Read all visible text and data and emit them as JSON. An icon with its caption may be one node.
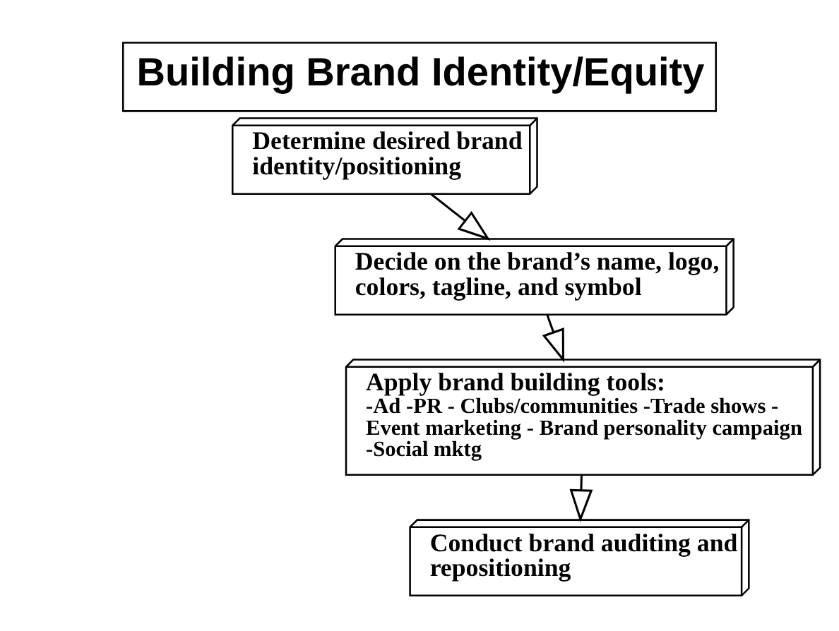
{
  "diagram": {
    "title": "Building Brand Identity/Equity",
    "nodes": [
      {
        "text": [
          "Determine desired brand identity/positioning"
        ]
      },
      {
        "text": [
          "Decide on the brand’s name, logo, colors, tagline, and symbol"
        ]
      },
      {
        "text": [
          "Apply brand building tools:",
          "-Ad -PR - Clubs/communities -Trade shows - Event marketing - Brand personality campaign -Social mktg"
        ]
      },
      {
        "text": [
          "Conduct brand auditing and repositioning"
        ]
      }
    ],
    "edges": [
      {
        "from": 0,
        "to": 1,
        "arrow": "to"
      },
      {
        "from": 1,
        "to": 2,
        "arrow": "to"
      },
      {
        "from": 2,
        "to": 3,
        "arrow": "to"
      }
    ]
  }
}
